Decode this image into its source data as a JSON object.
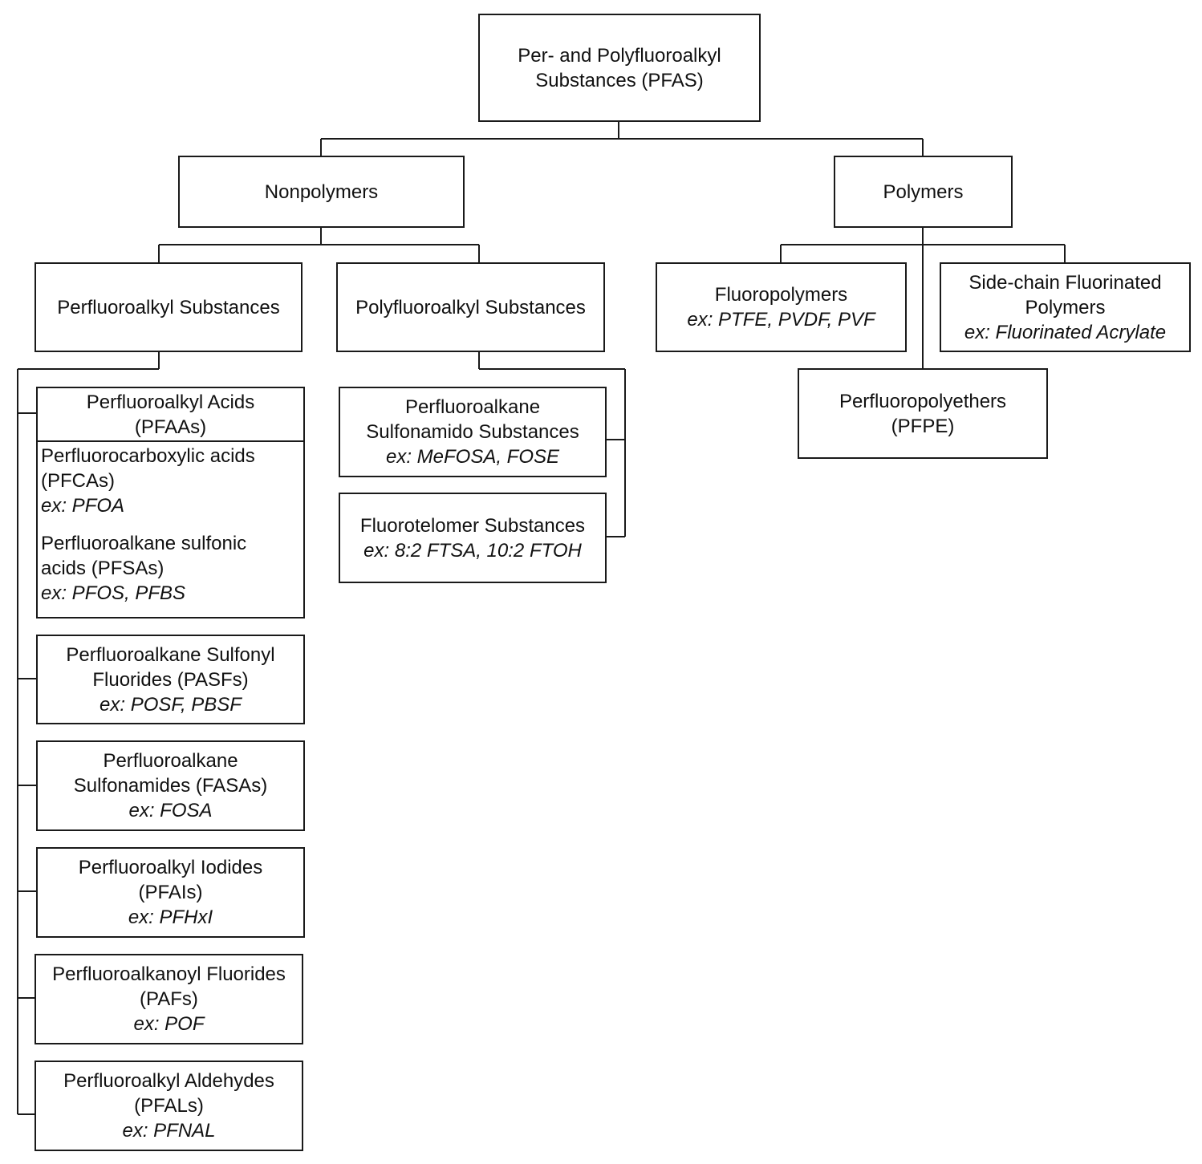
{
  "root": {
    "line1": "Per- and Polyfluoroalkyl",
    "line2": "Substances (PFAS)"
  },
  "nonpolymers": {
    "label": "Nonpolymers"
  },
  "polymers": {
    "label": "Polymers"
  },
  "perfluoroalkyl": {
    "label": "Perfluoroalkyl Substances"
  },
  "polyfluoroalkyl": {
    "label": "Polyfluoroalkyl Substances"
  },
  "fluoropolymers": {
    "label": "Fluoropolymers",
    "ex": "ex: PTFE, PVDF, PVF"
  },
  "side_chain": {
    "line1": "Side-chain Fluorinated",
    "line2": "Polymers",
    "ex": "ex: Fluorinated Acrylate"
  },
  "pfpe": {
    "line1": "Perfluoropolyethers",
    "line2": "(PFPE)"
  },
  "pfaas": {
    "line1": "Perfluoroalkyl Acids",
    "line2": "(PFAAs)",
    "pfcas_line1": "Perfluorocarboxylic acids",
    "pfcas_line2": "(PFCAs)",
    "pfcas_ex": "ex: PFOA",
    "pfsas_line1": "Perfluoroalkane sulfonic",
    "pfsas_line2": "acids (PFSAs)",
    "pfsas_ex": "ex: PFOS, PFBS"
  },
  "pasfs": {
    "line1": "Perfluoroalkane Sulfonyl",
    "line2": "Fluorides (PASFs)",
    "ex": "ex: POSF, PBSF"
  },
  "fasas": {
    "line1": "Perfluoroalkane",
    "line2": "Sulfonamides (FASAs)",
    "ex": "ex: FOSA"
  },
  "pfais": {
    "line1": "Perfluoroalkyl Iodides",
    "line2": "(PFAIs)",
    "ex": "ex: PFHxI"
  },
  "pafs": {
    "line1": "Perfluoroalkanoyl Fluorides",
    "line2": "(PAFs)",
    "ex": "ex: POF"
  },
  "pfals": {
    "line1": "Perfluoroalkyl Aldehydes",
    "line2": "(PFALs)",
    "ex": "ex: PFNAL"
  },
  "sulfonamido": {
    "line1": "Perfluoroalkane",
    "line2": "Sulfonamido Substances",
    "ex": "ex: MeFOSA, FOSE"
  },
  "fluorotelomer": {
    "line1": "Fluorotelomer Substances",
    "ex": "ex: 8:2 FTSA, 10:2 FTOH"
  }
}
